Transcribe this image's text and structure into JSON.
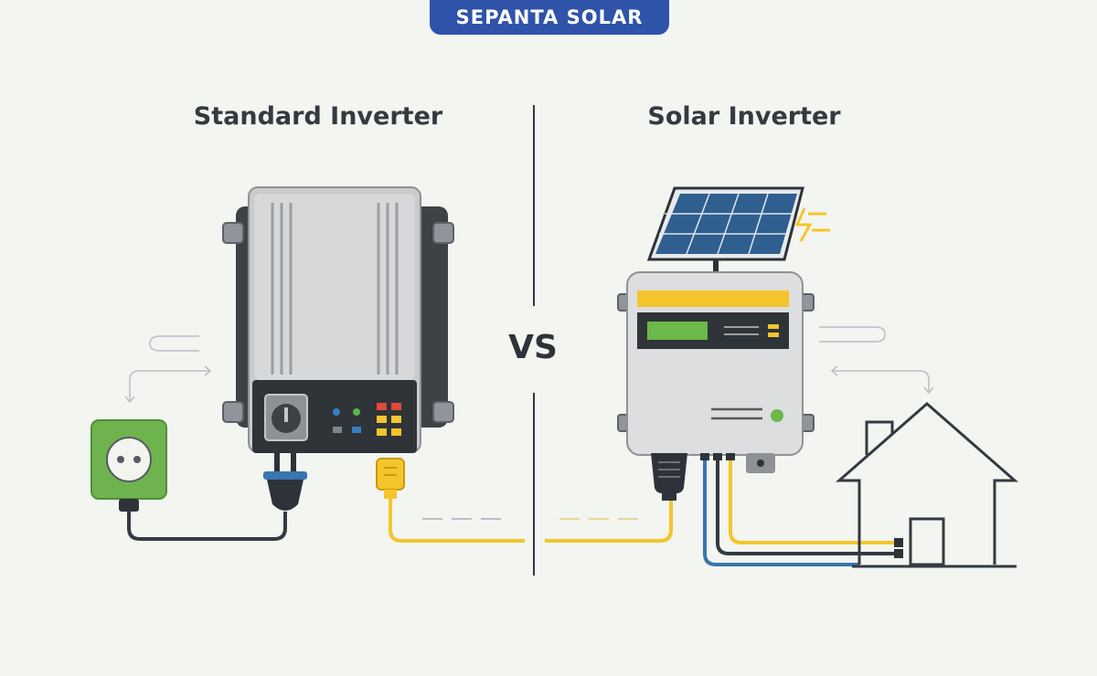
{
  "brand": {
    "name": "SEPANTA SOLAR"
  },
  "left_panel": {
    "title": "Standard Inverter"
  },
  "right_panel": {
    "title": "Solar Inverter"
  },
  "divider": {
    "label": "VS"
  },
  "colors": {
    "brand_blue": "#2f53a8",
    "solar_yellow": "#f5c52c",
    "display_green": "#6cb84a",
    "outlet_green": "#6fb34f",
    "panel_blue": "#2e5f8f",
    "cable_blue": "#3a75b0",
    "cable_dark": "#333a40"
  },
  "icons": [
    "wall-outlet-icon",
    "power-plug-icon",
    "solar-panel-icon",
    "lightning-icon",
    "house-icon",
    "ac-socket-icon"
  ]
}
